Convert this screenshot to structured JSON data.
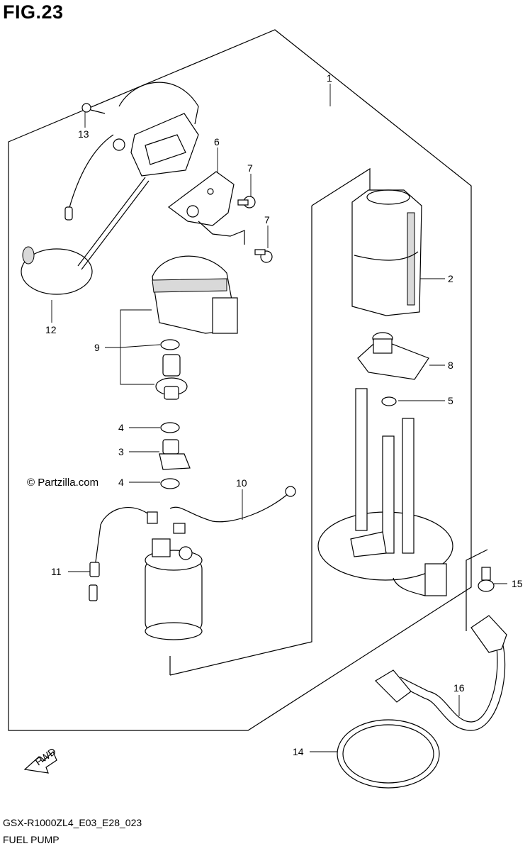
{
  "figure": {
    "title": "FIG.23",
    "model_code": "GSX-R1000ZL4_E03_E28_023",
    "name": "FUEL PUMP",
    "watermark": "© Partzilla.com",
    "fwd_label": "FWD"
  },
  "callouts": [
    {
      "id": "c1",
      "label": "1"
    },
    {
      "id": "c2",
      "label": "2"
    },
    {
      "id": "c3",
      "label": "3"
    },
    {
      "id": "c4a",
      "label": "4"
    },
    {
      "id": "c4b",
      "label": "4"
    },
    {
      "id": "c5",
      "label": "5"
    },
    {
      "id": "c6",
      "label": "6"
    },
    {
      "id": "c7a",
      "label": "7"
    },
    {
      "id": "c7b",
      "label": "7"
    },
    {
      "id": "c8",
      "label": "8"
    },
    {
      "id": "c9",
      "label": "9"
    },
    {
      "id": "c10",
      "label": "10"
    },
    {
      "id": "c11",
      "label": "11"
    },
    {
      "id": "c12",
      "label": "12"
    },
    {
      "id": "c13",
      "label": "13"
    },
    {
      "id": "c14",
      "label": "14"
    },
    {
      "id": "c15",
      "label": "15"
    },
    {
      "id": "c16",
      "label": "16"
    }
  ]
}
